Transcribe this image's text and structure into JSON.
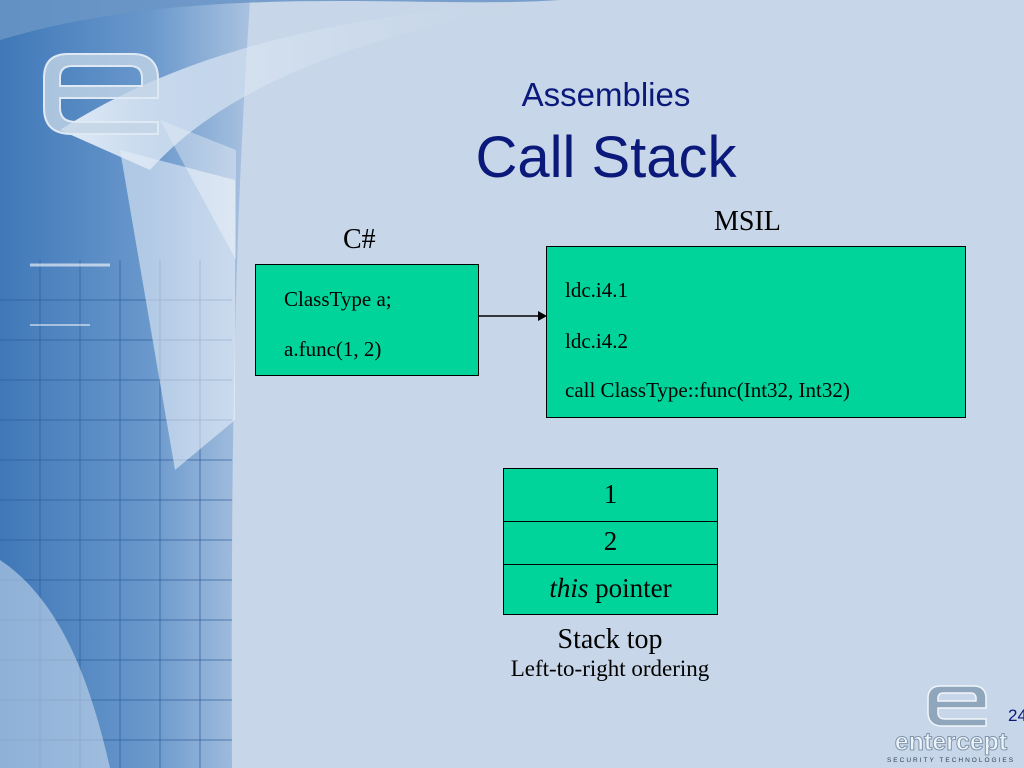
{
  "slide": {
    "title": "Assemblies",
    "subtitle": "Call Stack",
    "page_number": "24"
  },
  "csharp": {
    "heading": "C#",
    "lines": [
      "ClassType a;",
      "a.func(1, 2)"
    ]
  },
  "msil": {
    "heading": "MSIL",
    "lines": [
      "ldc.i4.1",
      "ldc.i4.2",
      "call ClassType::func(Int32, Int32)"
    ]
  },
  "stack": {
    "cells": [
      "1",
      "2"
    ],
    "this_word": "this",
    "this_rest": " pointer",
    "caption": "Stack top",
    "note": "Left-to-right ordering"
  },
  "logo": {
    "wordmark": "entercept",
    "tagline": "SECURITY TECHNOLOGIES"
  },
  "colors": {
    "background": "#c7d6e8",
    "title": "#0b1a7a",
    "box_fill": "#00d49a"
  },
  "icons": [
    "entercept-e-watermark",
    "entercept-logo"
  ]
}
